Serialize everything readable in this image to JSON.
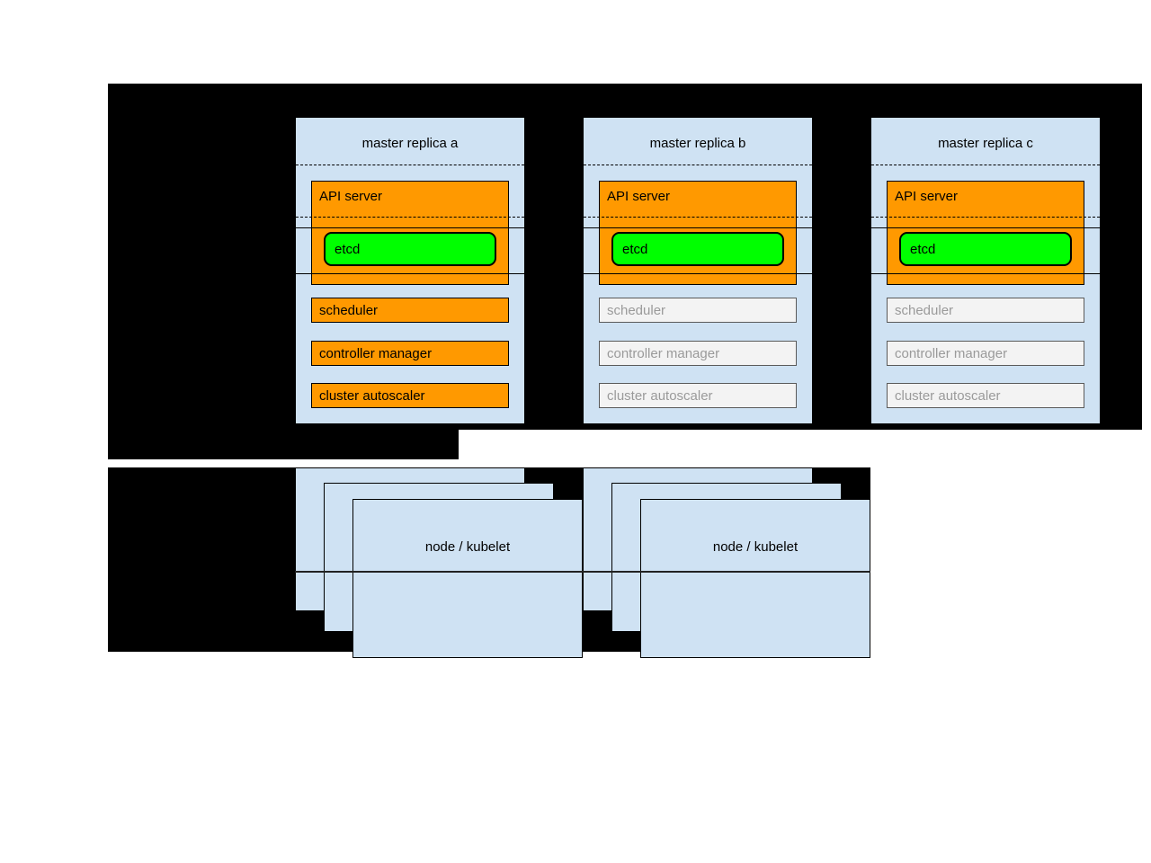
{
  "masters": [
    {
      "title": "master replica a",
      "api_server": "API server",
      "etcd": "etcd",
      "components": [
        {
          "label": "scheduler",
          "state": "active"
        },
        {
          "label": "controller manager",
          "state": "active"
        },
        {
          "label": "cluster autoscaler",
          "state": "active"
        }
      ]
    },
    {
      "title": "master replica b",
      "api_server": "API server",
      "etcd": "etcd",
      "components": [
        {
          "label": "scheduler",
          "state": "inactive"
        },
        {
          "label": "controller manager",
          "state": "inactive"
        },
        {
          "label": "cluster autoscaler",
          "state": "inactive"
        }
      ]
    },
    {
      "title": "master replica c",
      "api_server": "API server",
      "etcd": "etcd",
      "components": [
        {
          "label": "scheduler",
          "state": "inactive"
        },
        {
          "label": "controller manager",
          "state": "inactive"
        },
        {
          "label": "cluster autoscaler",
          "state": "inactive"
        }
      ]
    }
  ],
  "nodes": [
    {
      "label": "node / kubelet"
    },
    {
      "label": "node / kubelet"
    }
  ],
  "colors": {
    "background": "#000000",
    "panel_fill": "#cfe2f3",
    "active_fill": "#ff9900",
    "etcd_fill": "#00ff00",
    "inactive_fill": "#f3f3f3",
    "inactive_text": "#9a9a9a"
  }
}
